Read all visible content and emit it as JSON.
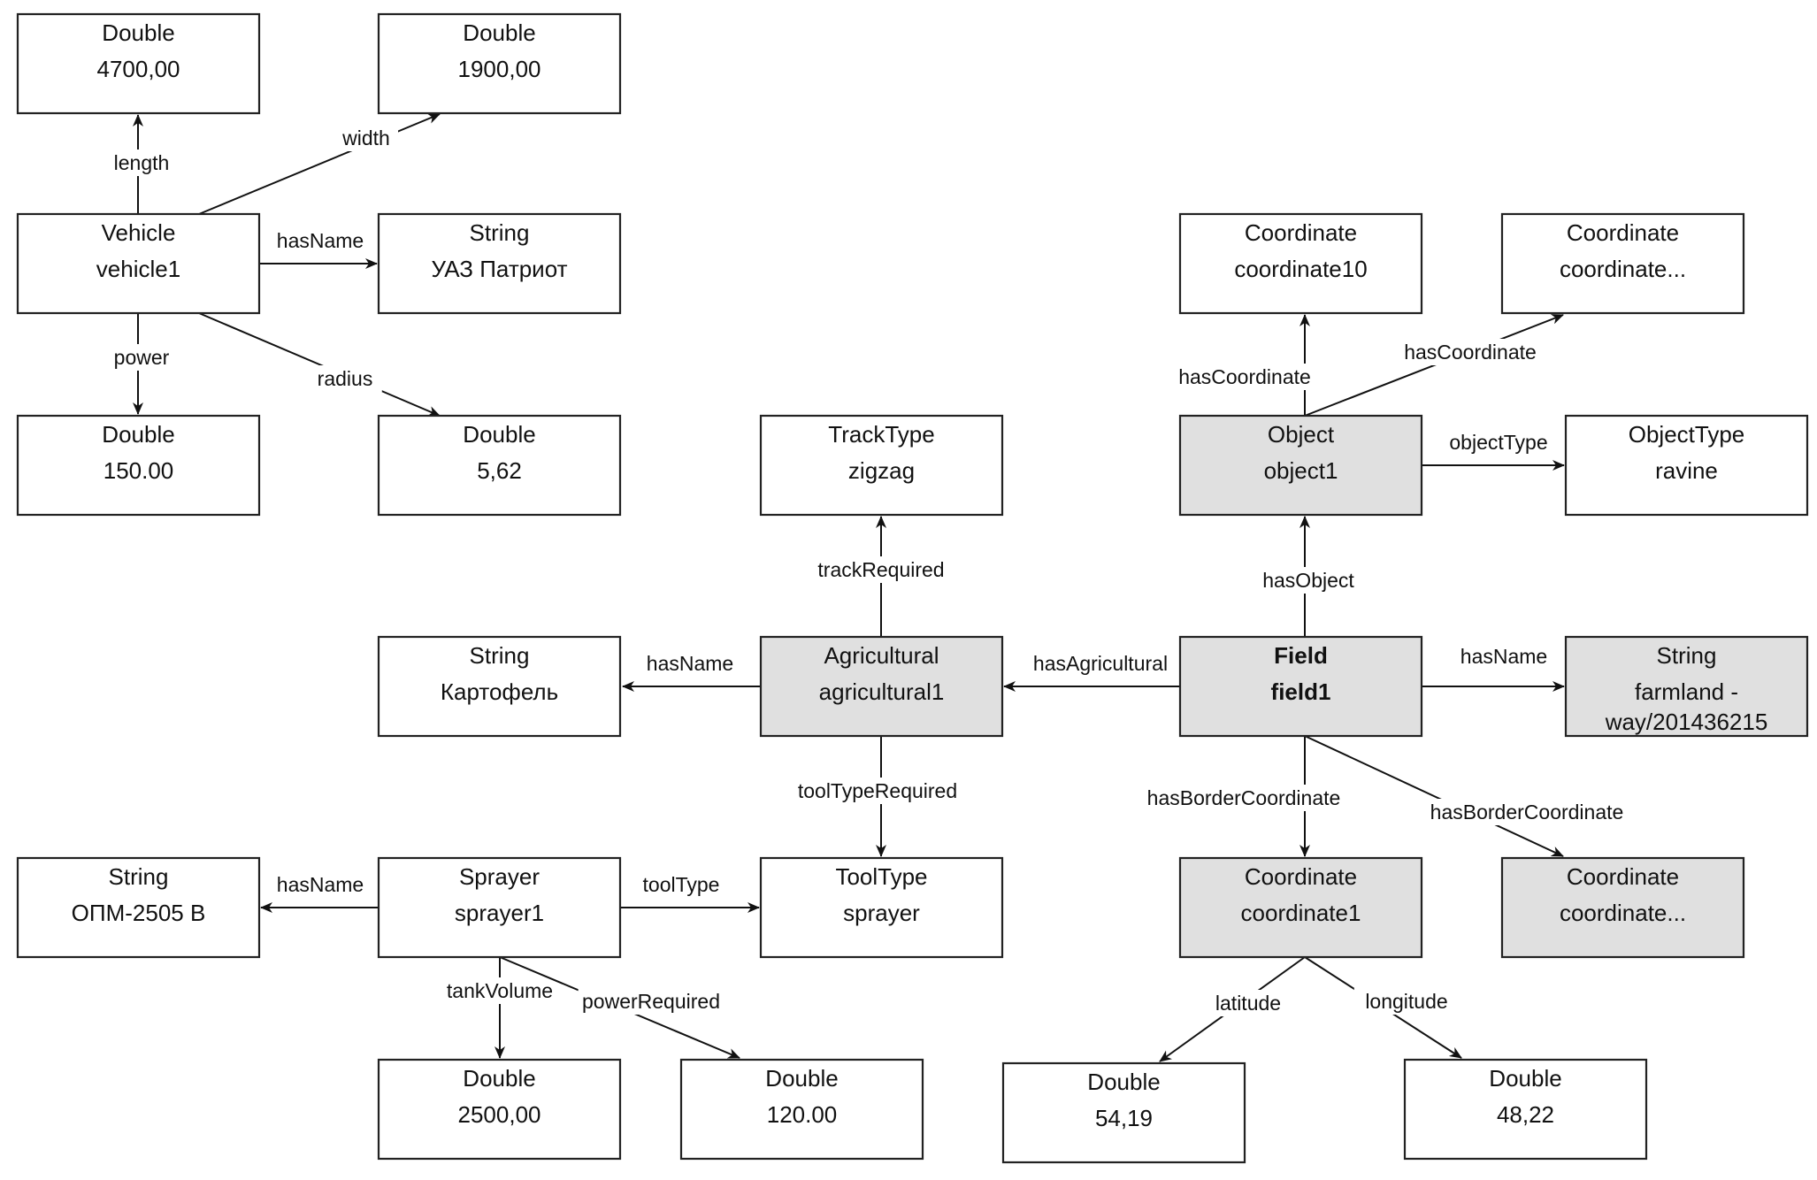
{
  "colors": {
    "node_fill": "#ffffff",
    "node_fill_highlight": "#e0e0e0",
    "stroke": "#222222",
    "label_background": "#ffffff"
  },
  "nodes": {
    "n_len": {
      "type": "Double",
      "value": "4700,00"
    },
    "n_wid": {
      "type": "Double",
      "value": "1900,00"
    },
    "n_veh": {
      "type": "Vehicle",
      "value": "vehicle1"
    },
    "n_vname": {
      "type": "String",
      "value": "УАЗ Патриот"
    },
    "n_pow": {
      "type": "Double",
      "value": "150.00"
    },
    "n_rad": {
      "type": "Double",
      "value": "5,62"
    },
    "n_c10": {
      "type": "Coordinate",
      "value": "coordinate10"
    },
    "n_cdots": {
      "type": "Coordinate",
      "value": "coordinate..."
    },
    "n_obj": {
      "type": "Object",
      "value": "object1"
    },
    "n_otype": {
      "type": "ObjectType",
      "value": "ravine"
    },
    "n_track": {
      "type": "TrackType",
      "value": "zigzag"
    },
    "n_aname": {
      "type": "String",
      "value": "Картофель"
    },
    "n_agr": {
      "type": "Agricultural",
      "value": "agricultural1"
    },
    "n_field": {
      "type": "Field",
      "value": "field1"
    },
    "n_fname": {
      "type": "String",
      "value": "farmland -",
      "value2": "way/201436215"
    },
    "n_sname": {
      "type": "String",
      "value": "ОПМ-2505 В"
    },
    "n_spr": {
      "type": "Sprayer",
      "value": "sprayer1"
    },
    "n_tool": {
      "type": "ToolType",
      "value": "sprayer"
    },
    "n_c1": {
      "type": "Coordinate",
      "value": "coordinate1"
    },
    "n_bdots": {
      "type": "Coordinate",
      "value": "coordinate..."
    },
    "n_tank": {
      "type": "Double",
      "value": "2500,00"
    },
    "n_preq": {
      "type": "Double",
      "value": "120.00"
    },
    "n_lat": {
      "type": "Double",
      "value": "54,19"
    },
    "n_lon": {
      "type": "Double",
      "value": "48,22"
    }
  },
  "edges": {
    "e_length": "length",
    "e_width": "width",
    "e_vhasname": "hasName",
    "e_power": "power",
    "e_radius": "radius",
    "e_hascoord1": "hasCoordinate",
    "e_hascoord2": "hasCoordinate",
    "e_objtype": "objectType",
    "e_hasobject": "hasObject",
    "e_trackreq": "trackRequired",
    "e_ahasname": "hasName",
    "e_hasagri": "hasAgricultural",
    "e_fhasname": "hasName",
    "e_toolreq": "toolTypeRequired",
    "e_shasname": "hasName",
    "e_tooltype": "toolType",
    "e_border1": "hasBorderCoordinate",
    "e_border2": "hasBorderCoordinate",
    "e_tank": "tankVolume",
    "e_powreq": "powerRequired",
    "e_lat": "latitude",
    "e_lon": "longitude"
  }
}
